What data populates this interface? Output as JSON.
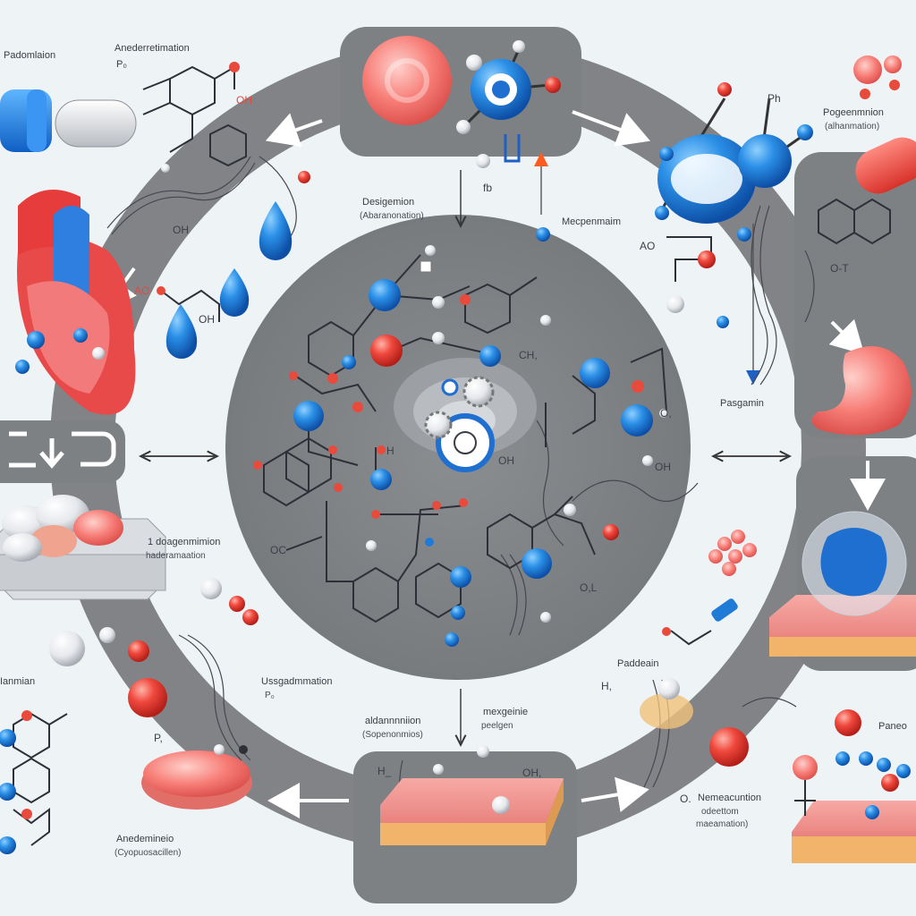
{
  "labels": {
    "top_left": "Padomlaion",
    "top_left_2": "Anederretimation",
    "top_left_2b": "P₀",
    "center_top": "Desigemion",
    "center_top_sub": "(Abaranonation)",
    "center_top_right": "Mecpenmaim",
    "top_right": "Pogeenmnion",
    "top_right_sub": "(alhanmation)",
    "right_mid": "Pasgamin",
    "left_mid": "1 doagenmimion",
    "left_mid_sub": "haderamaation",
    "bottom_left_far": "Ianmian",
    "bottom_left_mid": "Ussgadmmation",
    "bottom_left_mid_sub": "P₀",
    "bottom_center_left": "aldannnniion",
    "bottom_center_left_sub": "(Sopenonmios)",
    "bottom_center_right": "mexgeinie",
    "bottom_center_right_sub": "peelgen",
    "bottom_left_bottom": "Anedemineio",
    "bottom_left_bottom_sub": "(Cyopuosacillen)",
    "bottom_right_top": "Paddeain",
    "bottom_right_far": "Paneo",
    "bottom_right_mid": "Nemeacuntion",
    "bottom_right_mid_2": "odeettom",
    "bottom_right_mid_3": "maeamation)"
  },
  "chem": {
    "oh_1": "OH",
    "oh_2": "OH",
    "oh_3": "OH",
    "oh_4": "OH",
    "ao_1": "AO",
    "ao_2": "AO",
    "ch_1": "CH,",
    "ch_2": "OH",
    "h_1": "H",
    "h_2": "H,",
    "h_3": "H_",
    "oc": "OC",
    "ph": "Ph",
    "fb": "fb",
    "ot": "O-T",
    "o_1": "O,",
    "oh_5": "OH,",
    "oh_6": "O,L",
    "p_lbl": "P,",
    "o_lbl": "O."
  },
  "colors": {
    "ring": "#818386",
    "inner_circle": "#7d8083",
    "blue_atom": "#1f7bd6",
    "red_atom": "#e8453c",
    "background": "#eef3f6"
  }
}
